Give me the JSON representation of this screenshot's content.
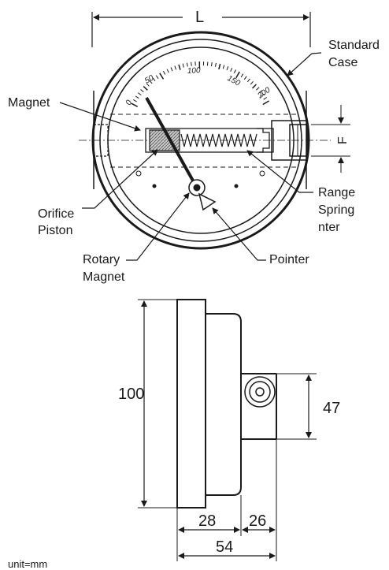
{
  "labels": {
    "length": "L",
    "standard": "Standard",
    "case": "Case",
    "magnet": "Magnet",
    "orifice": "Orifice",
    "piston": "Piston",
    "range": "Range",
    "spring": "Spring",
    "nter": "nter",
    "rotary": "Rotary",
    "rotary_magnet": "Magnet",
    "pointer": "Pointer",
    "f": "F"
  },
  "scale": {
    "ticks": [
      "0",
      "50",
      "100",
      "150",
      "200"
    ]
  },
  "dimensions": {
    "height": "100",
    "port_height": "47",
    "depth_a": "28",
    "depth_b": "26",
    "total_depth": "54",
    "unit": "unit=mm"
  },
  "colors": {
    "line": "#1a1a1a",
    "border": "#dfeef8",
    "magnet_fill": "#b0b0b0"
  }
}
